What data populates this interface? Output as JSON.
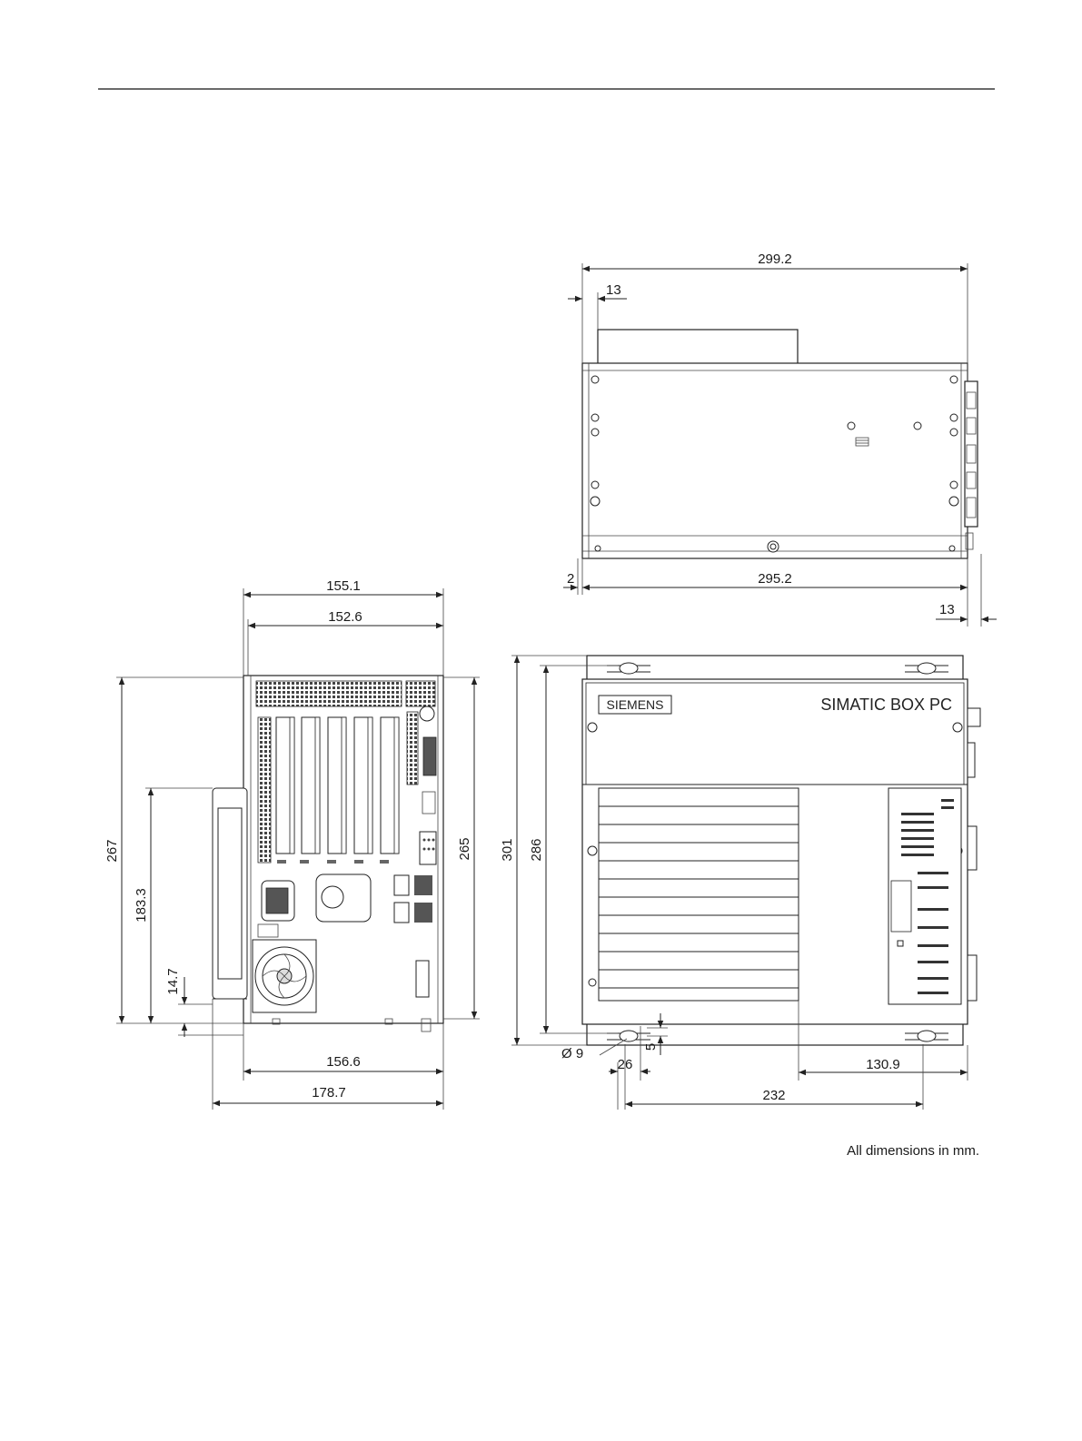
{
  "dimensions": {
    "top_overall": "299.2",
    "top_offset_left": "13",
    "top_gap_left": "2",
    "top_base": "295.2",
    "top_offset_right": "13",
    "side_width_outer": "155.1",
    "side_width_inner": "152.6",
    "side_height_left": "267",
    "side_drive_height": "183.3",
    "side_foot": "14.7",
    "side_height_right": "265",
    "side_bottom_inner": "156.6",
    "side_bottom_outer": "178.7",
    "front_height_outer": "301",
    "front_height_inner": "286",
    "front_hole_dia": "Ø 9",
    "front_hole_offset": "5",
    "front_hole_edge": "26",
    "front_right": "130.9",
    "front_hole_spacing": "232"
  },
  "labels": {
    "brand": "SIEMENS",
    "product": "SIMATIC BOX PC"
  },
  "footer_note": "All dimensions in mm."
}
